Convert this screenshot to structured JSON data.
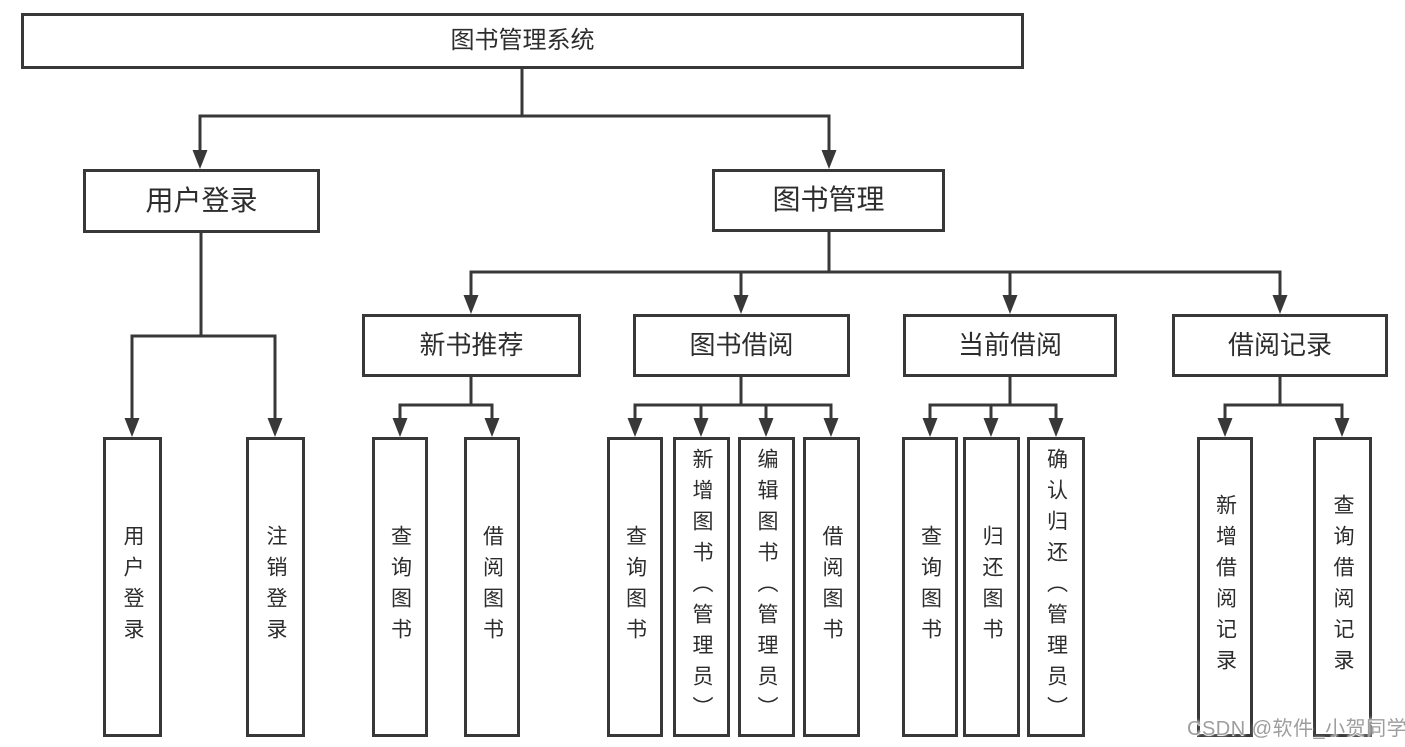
{
  "tree": {
    "label": "图书管理系统",
    "children": [
      {
        "label": "用户登录",
        "children": [
          {
            "label": "用户登录"
          },
          {
            "label": "注销登录"
          }
        ]
      },
      {
        "label": "图书管理",
        "children": [
          {
            "label": "新书推荐",
            "children": [
              {
                "label": "查询图书"
              },
              {
                "label": "借阅图书"
              }
            ]
          },
          {
            "label": "图书借阅",
            "children": [
              {
                "label": "查询图书"
              },
              {
                "label": "新增图书（管理员）"
              },
              {
                "label": "编辑图书（管理员）"
              },
              {
                "label": "借阅图书"
              }
            ]
          },
          {
            "label": "当前借阅",
            "children": [
              {
                "label": "查询图书"
              },
              {
                "label": "归还图书"
              },
              {
                "label": "确认归还（管理员）"
              }
            ]
          },
          {
            "label": "借阅记录",
            "children": [
              {
                "label": "新增借阅记录"
              },
              {
                "label": "查询借阅记录"
              }
            ]
          }
        ]
      }
    ]
  },
  "watermark": {
    "text": "CSDN @软件_小贺同学"
  },
  "colors": {
    "line": "#383838",
    "text": "#2d2d2d",
    "background": "#ffffff",
    "watermark": "#9e9e9e"
  }
}
